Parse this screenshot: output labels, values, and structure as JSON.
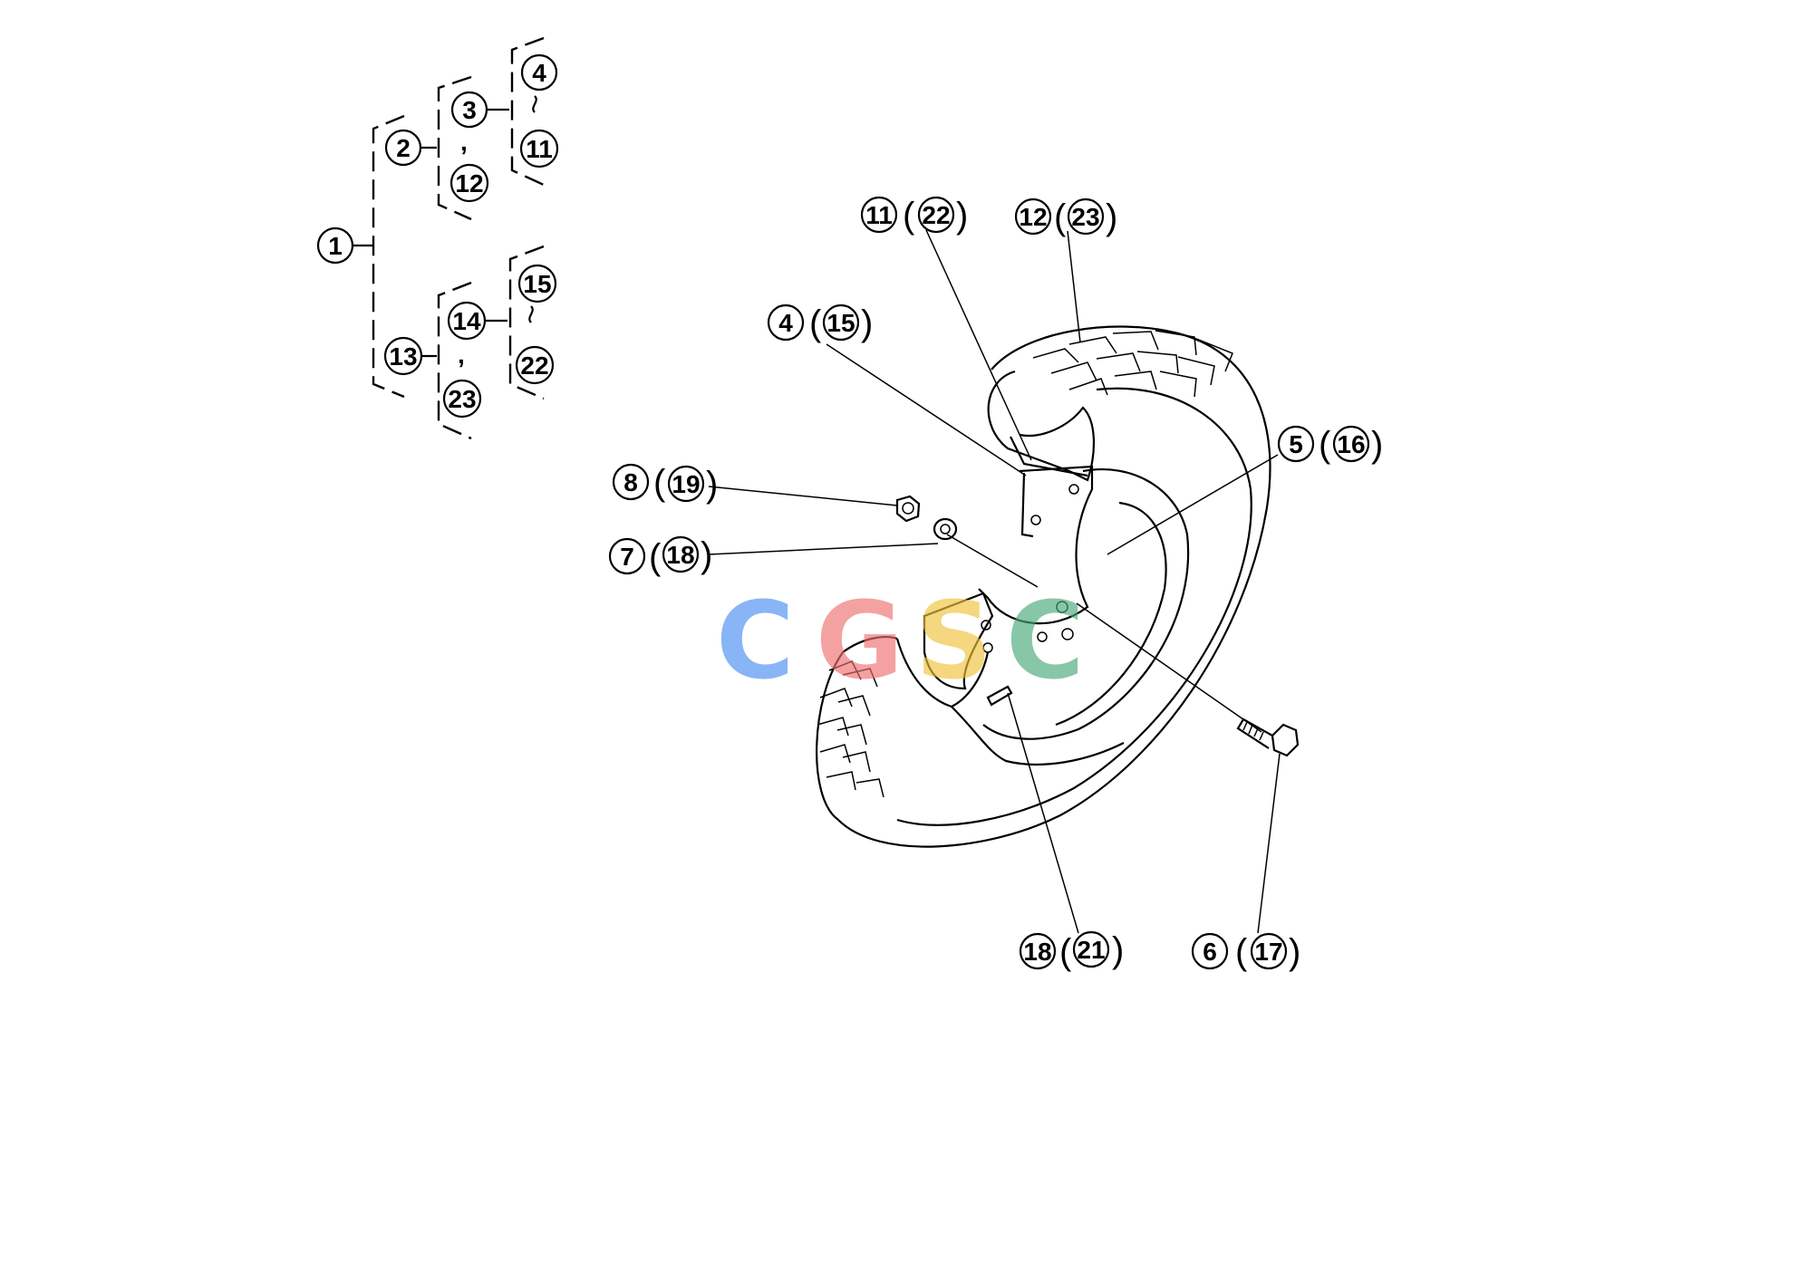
{
  "hierarchy": {
    "root": "1",
    "group_a": {
      "label": "2",
      "sub": "3",
      "sep": ",",
      "sub2": "12",
      "range_from": "4",
      "range_to": "11",
      "range_sym": "∫"
    },
    "group_b": {
      "label": "13",
      "sub": "14",
      "sep": ",",
      "sub2": "23",
      "range_from": "15",
      "range_to": "22",
      "range_sym": "∫"
    }
  },
  "callouts": [
    {
      "id": "11",
      "alt": "22"
    },
    {
      "id": "12",
      "alt": "23"
    },
    {
      "id": "4",
      "alt": "15"
    },
    {
      "id": "5",
      "alt": "16"
    },
    {
      "id": "8",
      "alt": "19"
    },
    {
      "id": "7",
      "alt": "18"
    },
    {
      "id": "18",
      "alt": "21"
    },
    {
      "id": "6",
      "alt": "17"
    }
  ],
  "watermark": {
    "letters": [
      "C",
      "G",
      "S",
      "C"
    ],
    "colors": [
      "#4a8ef0",
      "#ef6f6f",
      "#efc33a",
      "#4aa87a"
    ]
  }
}
